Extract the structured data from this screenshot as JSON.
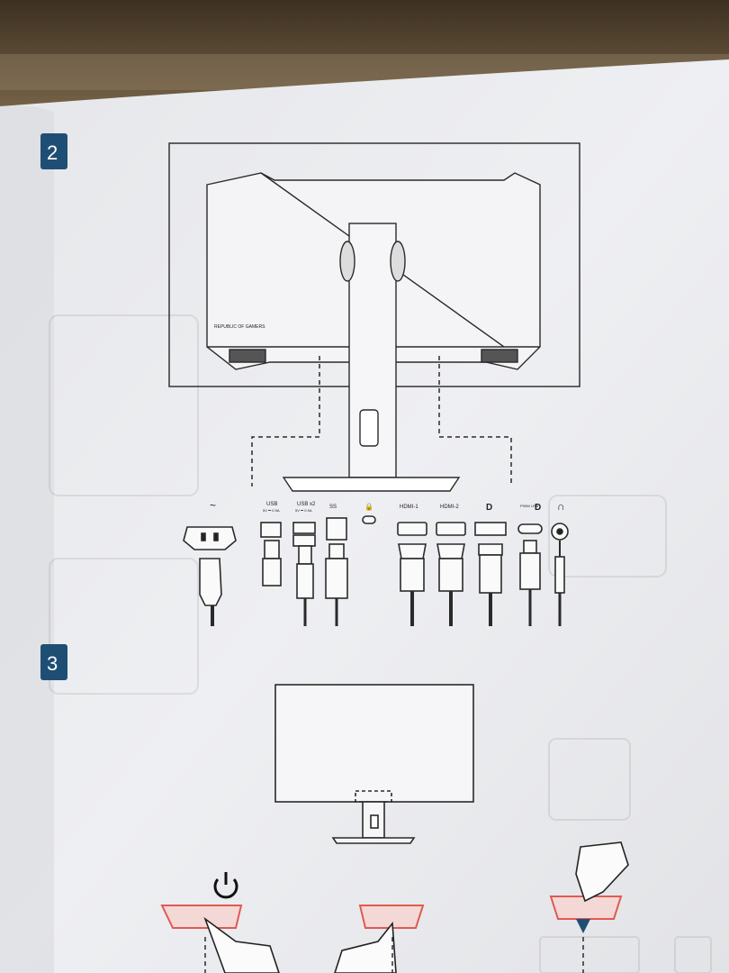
{
  "steps": {
    "step2": "2",
    "step3": "3"
  },
  "monitor": {
    "logo_text": "REPUBLIC OF GAMERS"
  },
  "ports": {
    "power": "~",
    "usb": "USB",
    "usb_spec": "5V ⎓ 0.9A",
    "usb_x2": "USB x2",
    "usb_x2_spec": "5V ⎓ 0.9A",
    "usb3": "SS",
    "lock": "🔒",
    "hdmi1": "HDMI-1",
    "hdmi2": "HDMI-2",
    "dp": "D",
    "usbc": "P90W USB",
    "usbc_dp": "D",
    "headphone": "∩"
  },
  "colors": {
    "step_badge": "#1f4e74",
    "paper": "#ecedf0",
    "line": "#2a2a2a",
    "highlight": "#e05a52"
  },
  "icons": [
    "power-icon",
    "hand-icon",
    "arrow-down-icon"
  ]
}
